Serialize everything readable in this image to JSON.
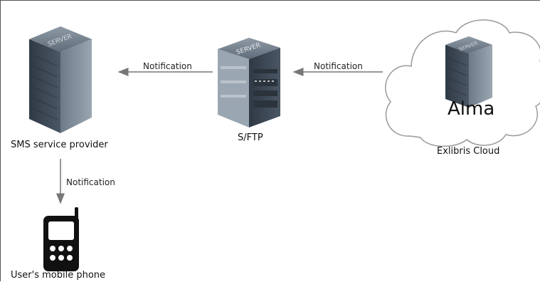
{
  "diagram": {
    "nodes": {
      "sms_provider": {
        "label": "SMS service provider",
        "icon": "server-icon",
        "server_text": "SERVER"
      },
      "sftp": {
        "label": "S/FTP",
        "icon": "server-rack-icon",
        "server_text": "SERVER"
      },
      "cloud": {
        "label": "Exlibris Cloud",
        "icon": "cloud-icon",
        "server_text": "SERVER",
        "product": "Alma"
      },
      "phone": {
        "label": "User's mobile phone",
        "icon": "mobile-phone-icon"
      }
    },
    "edges": [
      {
        "from": "cloud",
        "to": "sftp",
        "label": "Notification"
      },
      {
        "from": "sftp",
        "to": "sms_provider",
        "label": "Notification"
      },
      {
        "from": "sms_provider",
        "to": "phone",
        "label": "Notification"
      }
    ],
    "colors": {
      "server_dark": "#3e4a57",
      "server_mid": "#5a6876",
      "server_light": "#8b98a5",
      "arrow": "#777777",
      "cloud_stroke": "#999999",
      "phone": "#111111"
    }
  }
}
